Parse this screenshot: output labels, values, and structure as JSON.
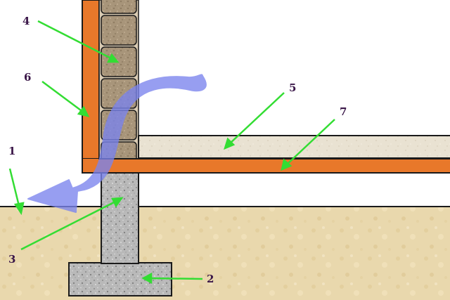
{
  "callouts": [
    {
      "id": "1",
      "label": "1"
    },
    {
      "id": "2",
      "label": "2"
    },
    {
      "id": "3",
      "label": "3"
    },
    {
      "id": "4",
      "label": "4"
    },
    {
      "id": "5",
      "label": "5"
    },
    {
      "id": "6",
      "label": "6"
    },
    {
      "id": "7",
      "label": "7"
    }
  ],
  "colors": {
    "insulation_orange": "#e8782a",
    "outline": "#1a1a1a",
    "ground": "#e9d8ad",
    "floor_screed": "#e8e0d0",
    "brick": "#a8957a",
    "concrete": "#b8b8b8",
    "arrow_fill": "#7a84ee",
    "pointer_green": "#33dd33",
    "callout_text": "#3a1648"
  }
}
